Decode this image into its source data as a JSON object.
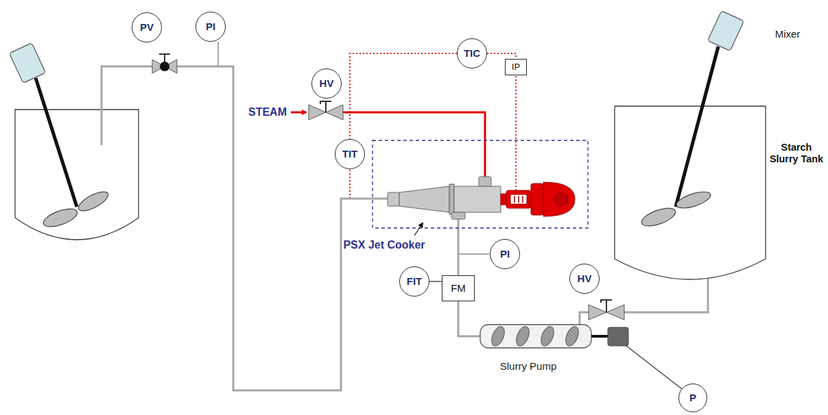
{
  "diagram": {
    "nodes": [
      {
        "text": [
          "PV"
        ]
      },
      {
        "text": [
          "PI"
        ]
      },
      {
        "text": [
          "TIC"
        ]
      },
      {
        "text": [
          "HV"
        ]
      },
      {
        "text": [
          "IP"
        ]
      },
      {
        "text": [
          "TIT"
        ]
      },
      {
        "text": [
          "PI"
        ]
      },
      {
        "text": [
          "FIT"
        ]
      },
      {
        "text": [
          "FM"
        ]
      },
      {
        "text": [
          "HV"
        ]
      },
      {
        "text": [
          "P"
        ]
      }
    ],
    "edges": [
      {
        "from": 2,
        "to": 5,
        "arrow": "none"
      },
      {
        "from": 2,
        "to": 4,
        "arrow": "none"
      },
      {
        "from": 7,
        "to": 8,
        "arrow": "none"
      }
    ],
    "labels": [
      "STEAM",
      "PSX Jet Cooker",
      "Mixer",
      "Starch Slurry Tank",
      "Slurry Pump"
    ]
  }
}
